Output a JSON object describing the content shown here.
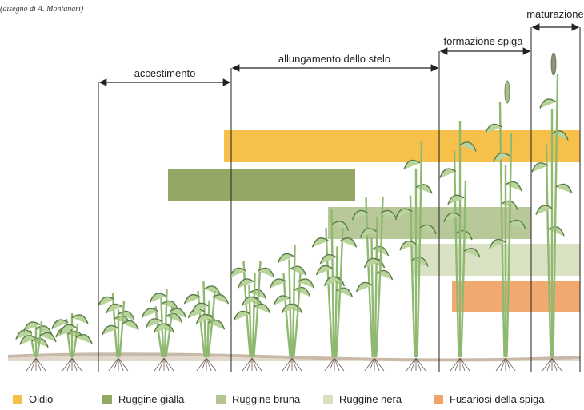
{
  "credit": "(disegno di A. Montanari)",
  "phases": [
    {
      "id": "accestimento",
      "label": "accestimento"
    },
    {
      "id": "allungamento",
      "label": "allungamento dello stelo"
    },
    {
      "id": "spiga",
      "label": "formazione spiga"
    },
    {
      "id": "maturazione",
      "label": "maturazione"
    }
  ],
  "diseases": [
    {
      "id": "oidio",
      "label": "Oidio",
      "color": "#f7c04a"
    },
    {
      "id": "ruggine-gialla",
      "label": "Ruggine gialla",
      "color": "#93a865"
    },
    {
      "id": "ruggine-bruna",
      "label": "Ruggine bruna",
      "color": "#b5c592"
    },
    {
      "id": "ruggine-nera",
      "label": "Ruggine nera",
      "color": "#d7e1c1"
    },
    {
      "id": "fusariosi",
      "label": "Fusariosi della spiga",
      "color": "#f0a467"
    }
  ],
  "colors": {
    "plant_stem": "#8fb870",
    "plant_outline": "#5b7a4a",
    "ground": "#c9b9a8",
    "roots": "#6b5a4d"
  }
}
